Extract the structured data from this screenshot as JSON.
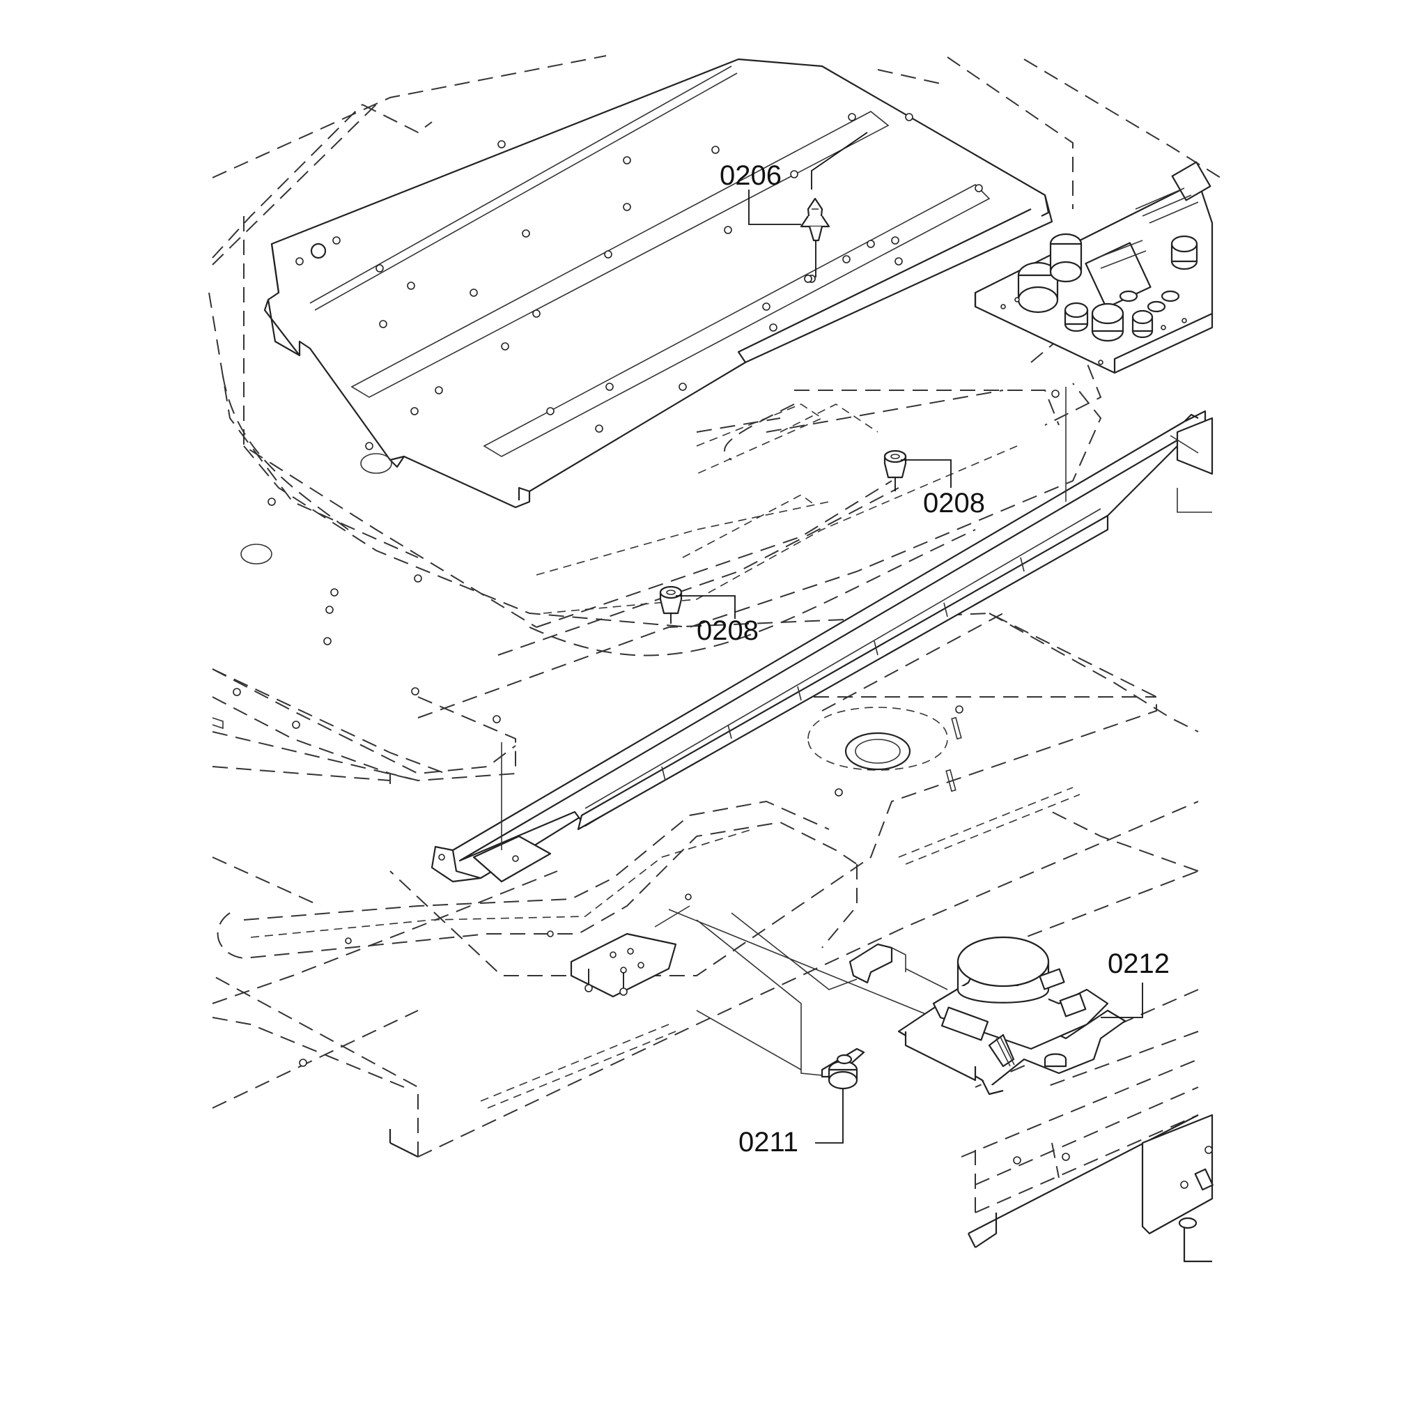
{
  "diagram": {
    "callouts": {
      "c0206": "0206",
      "c0208a": "0208",
      "c0208b": "0208",
      "c0211": "0211",
      "c0212": "0212"
    }
  }
}
